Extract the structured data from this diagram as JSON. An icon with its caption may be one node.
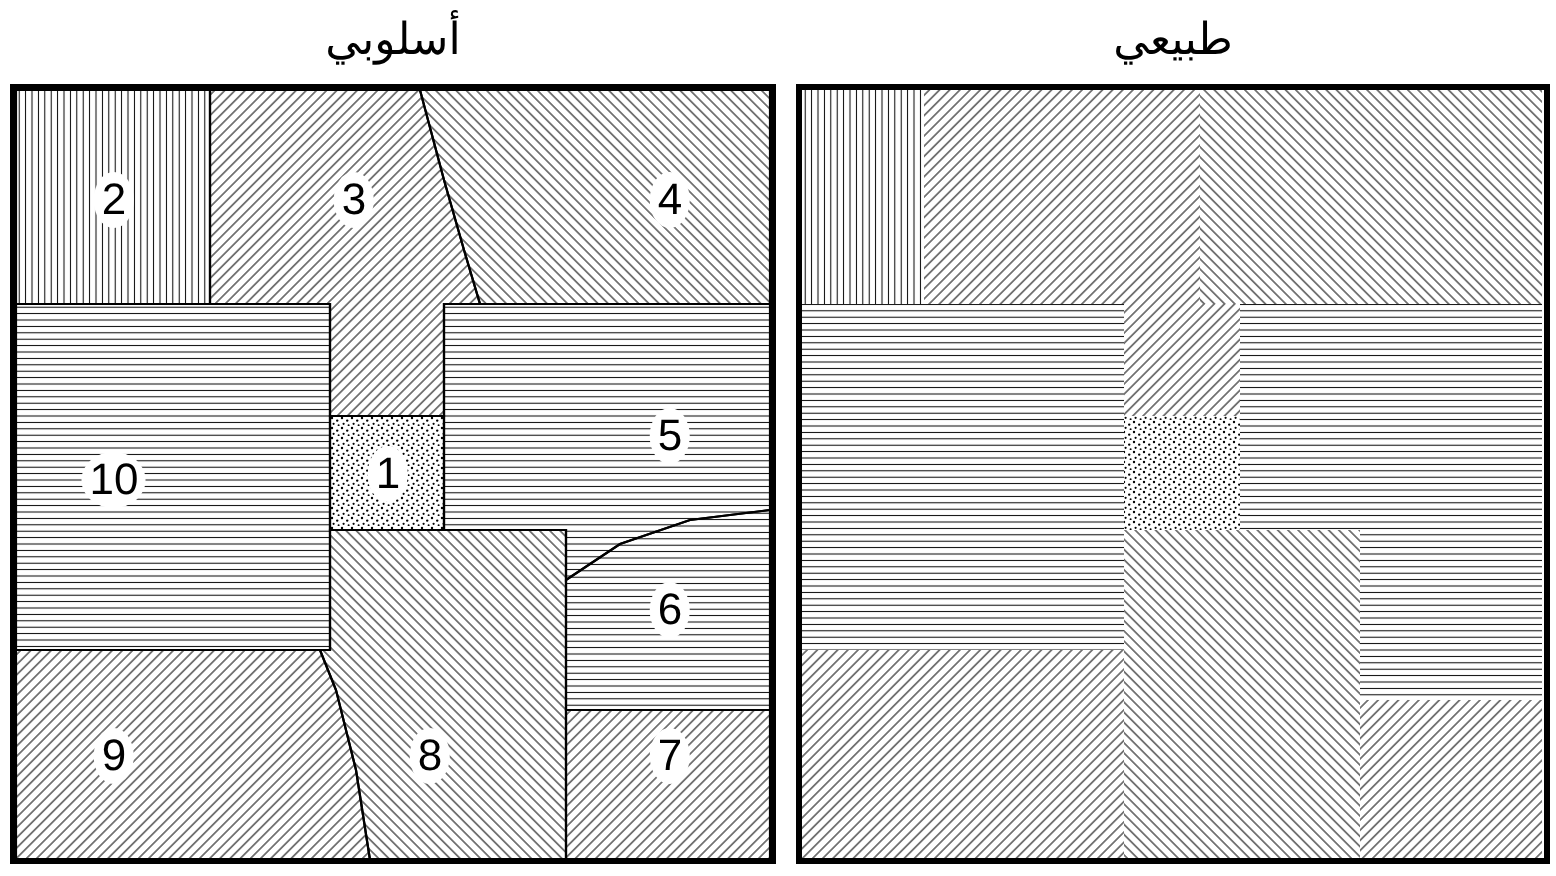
{
  "diagram": {
    "nodes": [
      {
        "text": [
          "أسلوبي"
        ]
      },
      {
        "text": [
          "1"
        ],
        "in": 0
      },
      {
        "text": [
          "2"
        ],
        "in": 0
      },
      {
        "text": [
          "3"
        ],
        "in": 0
      },
      {
        "text": [
          "4"
        ],
        "in": 0
      },
      {
        "text": [
          "5"
        ],
        "in": 0
      },
      {
        "text": [
          "6"
        ],
        "in": 0
      },
      {
        "text": [
          "7"
        ],
        "in": 0
      },
      {
        "text": [
          "8"
        ],
        "in": 0
      },
      {
        "text": [
          "9"
        ],
        "in": 0
      },
      {
        "text": [
          "10"
        ],
        "in": 0
      },
      {
        "text": [
          "طبيعي"
        ]
      }
    ]
  }
}
